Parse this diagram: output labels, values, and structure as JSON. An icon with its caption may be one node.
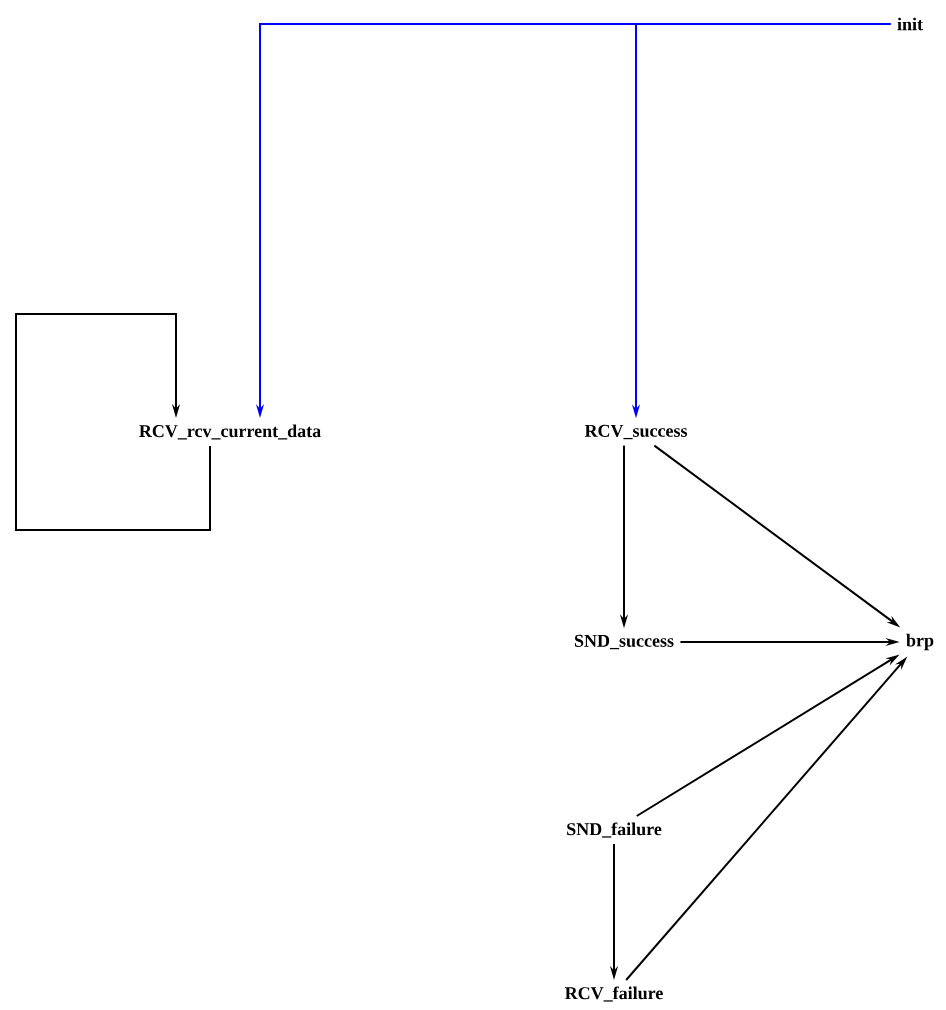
{
  "diagram": {
    "nodes": [
      {
        "text": [
          "init"
        ]
      },
      {
        "text": [
          "RCV_rcv_current_data"
        ]
      },
      {
        "text": [
          "RCV_success"
        ]
      },
      {
        "text": [
          "SND_success"
        ]
      },
      {
        "text": [
          "brp"
        ]
      },
      {
        "text": [
          "SND_failure"
        ]
      },
      {
        "text": [
          "RCV_failure"
        ]
      }
    ],
    "edges": [
      {
        "from": 0,
        "to": 1,
        "arrow": "to",
        "color": "#0000ff"
      },
      {
        "from": 0,
        "to": 2,
        "arrow": "to",
        "color": "#0000ff"
      },
      {
        "from": 1,
        "to": 1,
        "arrow": "to"
      },
      {
        "from": 2,
        "to": 3,
        "arrow": "to"
      },
      {
        "from": 2,
        "to": 4,
        "arrow": "to"
      },
      {
        "from": 3,
        "to": 4,
        "arrow": "to"
      },
      {
        "from": 5,
        "to": 4,
        "arrow": "to"
      },
      {
        "from": 6,
        "to": 4,
        "arrow": "to"
      },
      {
        "from": 5,
        "to": 6,
        "arrow": "to"
      }
    ]
  }
}
